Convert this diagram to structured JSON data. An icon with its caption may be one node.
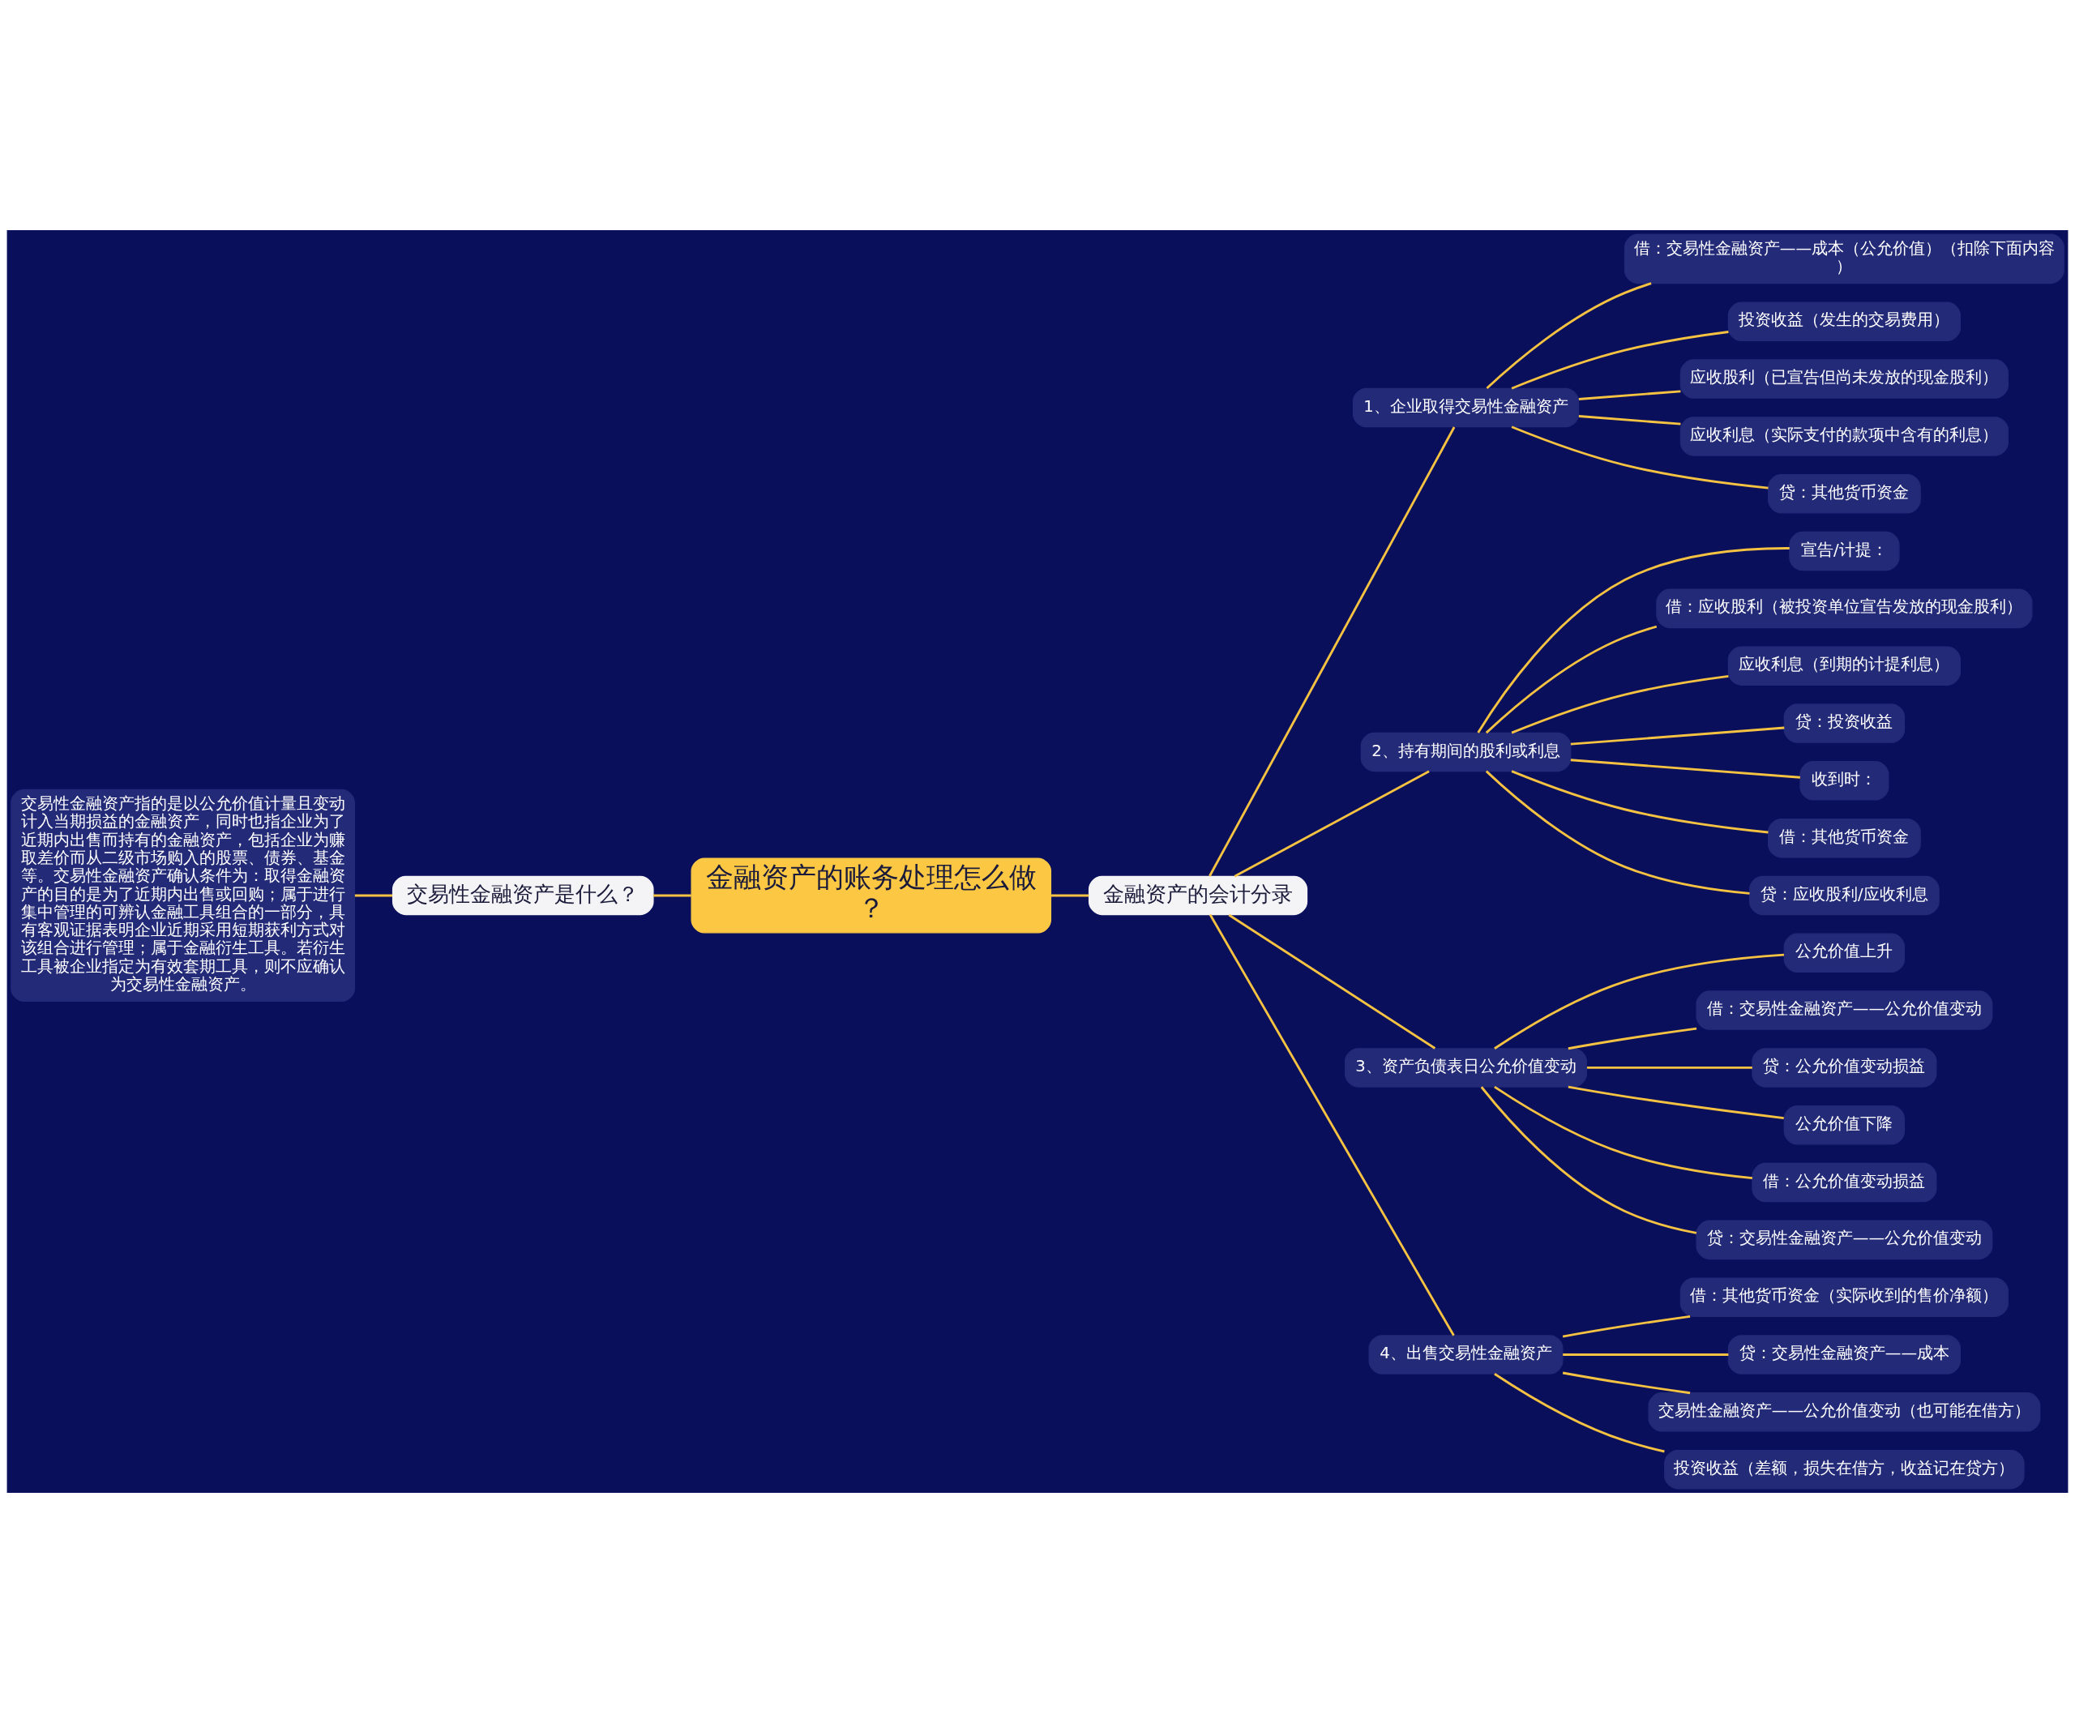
{
  "diagram": {
    "nodes": [
      {
        "text": [
          "金融资产的账务处理怎么做？"
        ]
      },
      {
        "text": [
          "交易性金融资产是什么？"
        ]
      },
      {
        "text": [
          "交易性金融资产指的是以公允价值计量且变动计入当期损益的金融资产，同时也指企业为了近期内出售而持有的金融资产，包括企业为赚取差价而从二级市场购入的股票、债券、基金等。交易性金融资产确认条件为：取得金融资产的目的是为了近期内出售或回购；属于进行集中管理的可辨认金融工具组合的一部分，具有客观证据表明企业近期采用短期获利方式对该组合进行管理；属于金融衍生工具。若衍生工具被企业指定为有效套期工具，则不应确认为交易性金融资产。"
        ]
      },
      {
        "text": [
          "金融资产的会计分录"
        ]
      },
      {
        "text": [
          "1、企业取得交易性金融资产"
        ]
      },
      {
        "text": [
          "借：交易性金融资产——成本（公允价值）（扣除下面内容）"
        ]
      },
      {
        "text": [
          "投资收益（发生的交易费用）"
        ]
      },
      {
        "text": [
          "应收股利（已宣告但尚未发放的现金股利）"
        ]
      },
      {
        "text": [
          "应收利息（实际支付的款项中含有的利息）"
        ]
      },
      {
        "text": [
          "贷：其他货币资金"
        ]
      },
      {
        "text": [
          "2、持有期间的股利或利息"
        ]
      },
      {
        "text": [
          "宣告/计提："
        ]
      },
      {
        "text": [
          "借：应收股利（被投资单位宣告发放的现金股利）"
        ]
      },
      {
        "text": [
          "应收利息（到期的计提利息）"
        ]
      },
      {
        "text": [
          "贷：投资收益"
        ]
      },
      {
        "text": [
          "收到时："
        ]
      },
      {
        "text": [
          "借：其他货币资金"
        ]
      },
      {
        "text": [
          "贷：应收股利/应收利息"
        ]
      },
      {
        "text": [
          "3、资产负债表日公允价值变动"
        ]
      },
      {
        "text": [
          "公允价值上升"
        ]
      },
      {
        "text": [
          "借：交易性金融资产——公允价值变动"
        ]
      },
      {
        "text": [
          "贷：公允价值变动损益"
        ]
      },
      {
        "text": [
          "公允价值下降"
        ]
      },
      {
        "text": [
          "借：公允价值变动损益"
        ]
      },
      {
        "text": [
          "贷：交易性金融资产——公允价值变动"
        ]
      },
      {
        "text": [
          "4、出售交易性金融资产"
        ]
      },
      {
        "text": [
          "借：其他货币资金（实际收到的售价净额）"
        ]
      },
      {
        "text": [
          "贷：交易性金融资产——成本"
        ]
      },
      {
        "text": [
          "交易性金融资产——公允价值变动（也可能在借方）"
        ]
      },
      {
        "text": [
          "投资收益（差额，损失在借方，收益记在贷方）"
        ]
      }
    ],
    "edges": [
      {
        "from": 0,
        "to": 1,
        "arrow": "none"
      },
      {
        "from": 1,
        "to": 2,
        "arrow": "none"
      },
      {
        "from": 0,
        "to": 3,
        "arrow": "none"
      },
      {
        "from": 3,
        "to": 4,
        "arrow": "none"
      },
      {
        "from": 4,
        "to": 5,
        "arrow": "none"
      },
      {
        "from": 4,
        "to": 6,
        "arrow": "none"
      },
      {
        "from": 4,
        "to": 7,
        "arrow": "none"
      },
      {
        "from": 4,
        "to": 8,
        "arrow": "none"
      },
      {
        "from": 4,
        "to": 9,
        "arrow": "none"
      },
      {
        "from": 3,
        "to": 10,
        "arrow": "none"
      },
      {
        "from": 10,
        "to": 11,
        "arrow": "none"
      },
      {
        "from": 10,
        "to": 12,
        "arrow": "none"
      },
      {
        "from": 10,
        "to": 13,
        "arrow": "none"
      },
      {
        "from": 10,
        "to": 14,
        "arrow": "none"
      },
      {
        "from": 10,
        "to": 15,
        "arrow": "none"
      },
      {
        "from": 10,
        "to": 16,
        "arrow": "none"
      },
      {
        "from": 10,
        "to": 17,
        "arrow": "none"
      },
      {
        "from": 3,
        "to": 18,
        "arrow": "none"
      },
      {
        "from": 18,
        "to": 19,
        "arrow": "none"
      },
      {
        "from": 18,
        "to": 20,
        "arrow": "none"
      },
      {
        "from": 18,
        "to": 21,
        "arrow": "none"
      },
      {
        "from": 18,
        "to": 22,
        "arrow": "none"
      },
      {
        "from": 18,
        "to": 23,
        "arrow": "none"
      },
      {
        "from": 18,
        "to": 24,
        "arrow": "none"
      },
      {
        "from": 3,
        "to": 25,
        "arrow": "none"
      },
      {
        "from": 25,
        "to": 26,
        "arrow": "none"
      },
      {
        "from": 25,
        "to": 27,
        "arrow": "none"
      },
      {
        "from": 25,
        "to": 28,
        "arrow": "none"
      },
      {
        "from": 25,
        "to": 29,
        "arrow": "none"
      }
    ]
  }
}
